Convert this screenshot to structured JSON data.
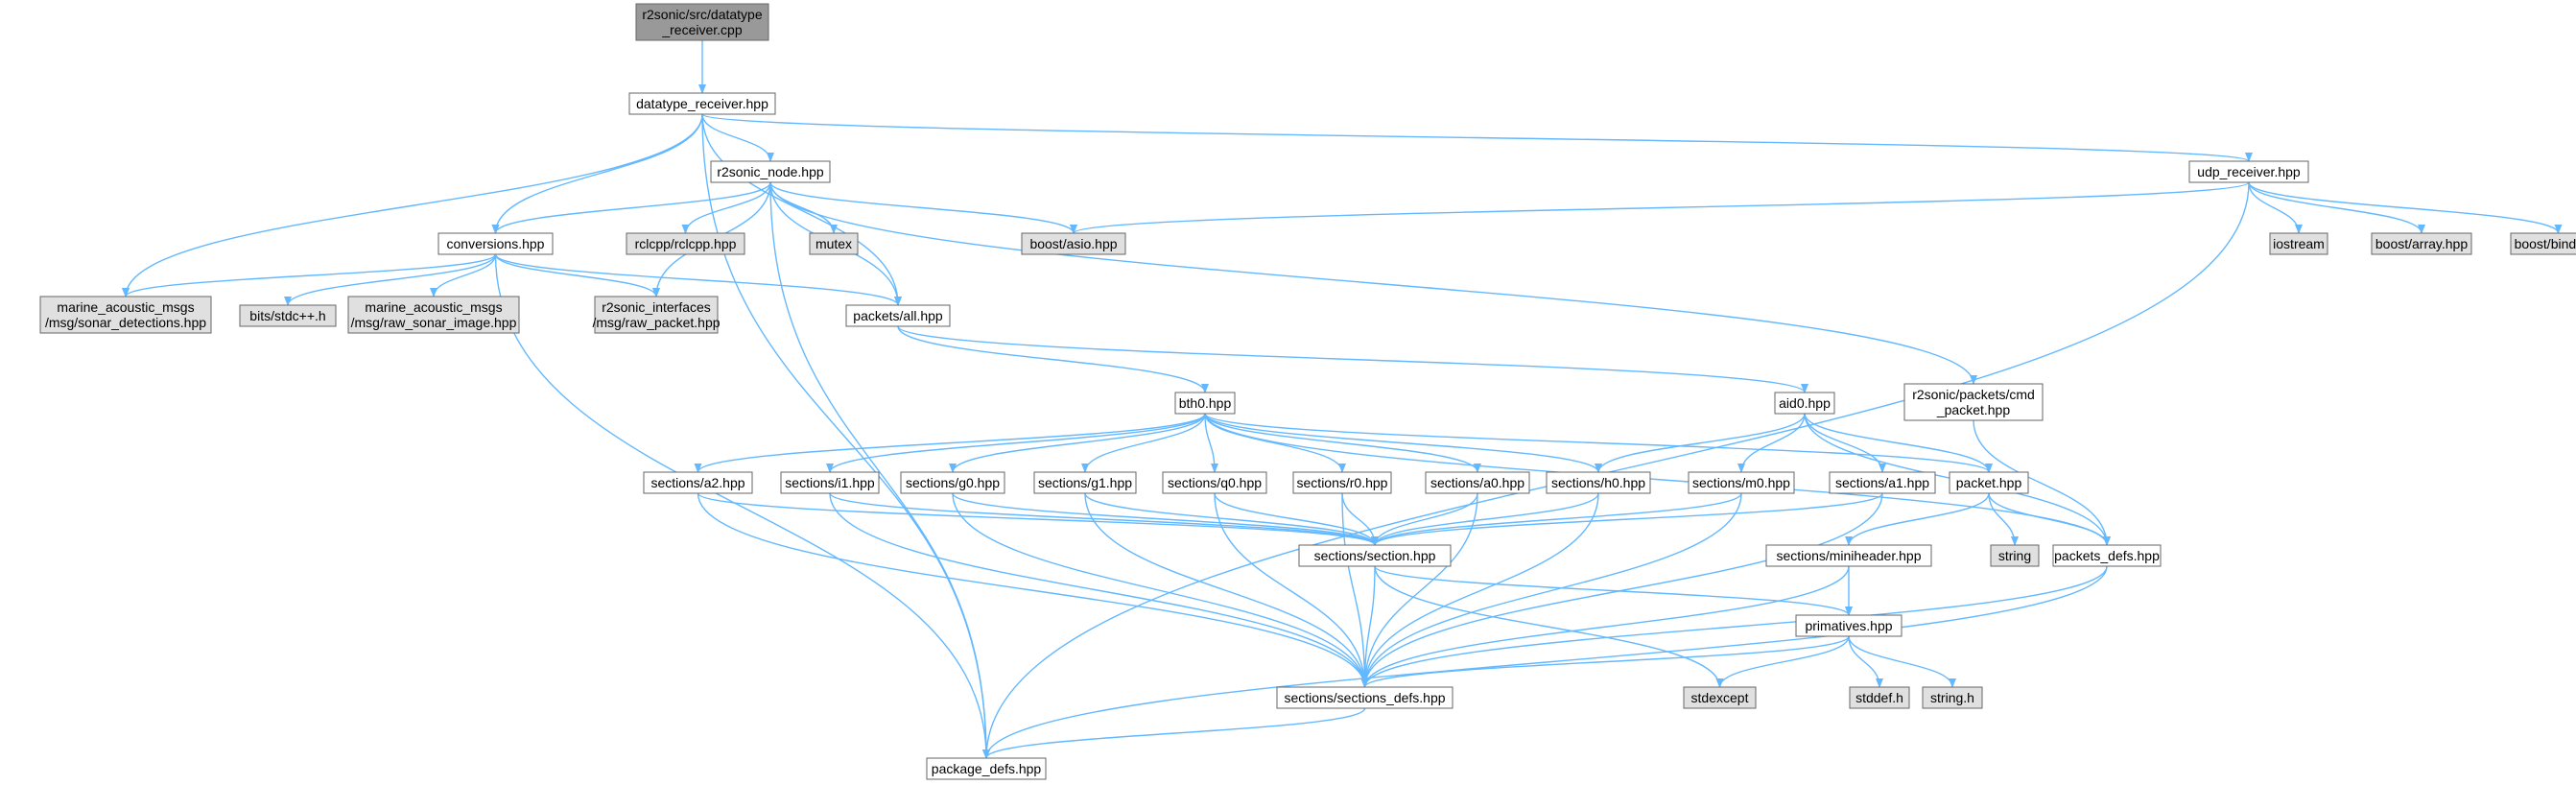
{
  "colors": {
    "edge": "#63b8ff",
    "root_fill": "#999999",
    "local_fill": "#ffffff",
    "external_fill": "#e0e0e0",
    "border": "#666666"
  },
  "nodes": [
    {
      "id": "receiver_cpp",
      "lines": [
        "r2sonic/src/datatype",
        "_receiver.cpp"
      ],
      "kind": "root",
      "interactable": false
    },
    {
      "id": "datatype_receiver_hpp",
      "lines": [
        "datatype_receiver.hpp"
      ],
      "kind": "local",
      "interactable": true
    },
    {
      "id": "r2sonic_node_hpp",
      "lines": [
        "r2sonic_node.hpp"
      ],
      "kind": "local",
      "interactable": true
    },
    {
      "id": "udp_receiver_hpp",
      "lines": [
        "udp_receiver.hpp"
      ],
      "kind": "local",
      "interactable": true
    },
    {
      "id": "conversions_hpp",
      "lines": [
        "conversions.hpp"
      ],
      "kind": "local",
      "interactable": true
    },
    {
      "id": "rclcpp",
      "lines": [
        "rclcpp/rclcpp.hpp"
      ],
      "kind": "external",
      "interactable": false
    },
    {
      "id": "mutex",
      "lines": [
        "mutex"
      ],
      "kind": "external",
      "interactable": false
    },
    {
      "id": "boost_asio",
      "lines": [
        "boost/asio.hpp"
      ],
      "kind": "external",
      "interactable": false
    },
    {
      "id": "iostream",
      "lines": [
        "iostream"
      ],
      "kind": "external",
      "interactable": false
    },
    {
      "id": "boost_array",
      "lines": [
        "boost/array.hpp"
      ],
      "kind": "external",
      "interactable": false
    },
    {
      "id": "boost_bind",
      "lines": [
        "boost/bind.hpp"
      ],
      "kind": "external",
      "interactable": false
    },
    {
      "id": "sonar_detections",
      "lines": [
        "marine_acoustic_msgs",
        "/msg/sonar_detections.hpp"
      ],
      "kind": "external",
      "interactable": false
    },
    {
      "id": "bits_stdcpp",
      "lines": [
        "bits/stdc++.h"
      ],
      "kind": "external",
      "interactable": false
    },
    {
      "id": "raw_sonar_image",
      "lines": [
        "marine_acoustic_msgs",
        "/msg/raw_sonar_image.hpp"
      ],
      "kind": "external",
      "interactable": false
    },
    {
      "id": "raw_packet",
      "lines": [
        "r2sonic_interfaces",
        "/msg/raw_packet.hpp"
      ],
      "kind": "external",
      "interactable": false
    },
    {
      "id": "packets_all",
      "lines": [
        "packets/all.hpp"
      ],
      "kind": "local",
      "interactable": true
    },
    {
      "id": "cmd_packet",
      "lines": [
        "r2sonic/packets/cmd",
        "_packet.hpp"
      ],
      "kind": "local",
      "interactable": true
    },
    {
      "id": "bth0",
      "lines": [
        "bth0.hpp"
      ],
      "kind": "local",
      "interactable": true
    },
    {
      "id": "aid0",
      "lines": [
        "aid0.hpp"
      ],
      "kind": "local",
      "interactable": true
    },
    {
      "id": "sec_a2",
      "lines": [
        "sections/a2.hpp"
      ],
      "kind": "local",
      "interactable": true
    },
    {
      "id": "sec_i1",
      "lines": [
        "sections/i1.hpp"
      ],
      "kind": "local",
      "interactable": true
    },
    {
      "id": "sec_g0",
      "lines": [
        "sections/g0.hpp"
      ],
      "kind": "local",
      "interactable": true
    },
    {
      "id": "sec_g1",
      "lines": [
        "sections/g1.hpp"
      ],
      "kind": "local",
      "interactable": true
    },
    {
      "id": "sec_q0",
      "lines": [
        "sections/q0.hpp"
      ],
      "kind": "local",
      "interactable": true
    },
    {
      "id": "sec_r0",
      "lines": [
        "sections/r0.hpp"
      ],
      "kind": "local",
      "interactable": true
    },
    {
      "id": "sec_a0",
      "lines": [
        "sections/a0.hpp"
      ],
      "kind": "local",
      "interactable": true
    },
    {
      "id": "sec_h0",
      "lines": [
        "sections/h0.hpp"
      ],
      "kind": "local",
      "interactable": true
    },
    {
      "id": "sec_m0",
      "lines": [
        "sections/m0.hpp"
      ],
      "kind": "local",
      "interactable": true
    },
    {
      "id": "sec_a1",
      "lines": [
        "sections/a1.hpp"
      ],
      "kind": "local",
      "interactable": true
    },
    {
      "id": "packet_hpp",
      "lines": [
        "packet.hpp"
      ],
      "kind": "local",
      "interactable": true
    },
    {
      "id": "string",
      "lines": [
        "string"
      ],
      "kind": "external",
      "interactable": false
    },
    {
      "id": "packets_defs",
      "lines": [
        "packets_defs.hpp"
      ],
      "kind": "local",
      "interactable": true
    },
    {
      "id": "section_hpp",
      "lines": [
        "sections/section.hpp"
      ],
      "kind": "local",
      "interactable": true
    },
    {
      "id": "miniheader",
      "lines": [
        "sections/miniheader.hpp"
      ],
      "kind": "local",
      "interactable": true
    },
    {
      "id": "primatives",
      "lines": [
        "primatives.hpp"
      ],
      "kind": "local",
      "interactable": true
    },
    {
      "id": "stdexcept",
      "lines": [
        "stdexcept"
      ],
      "kind": "external",
      "interactable": false
    },
    {
      "id": "stddef",
      "lines": [
        "stddef.h"
      ],
      "kind": "external",
      "interactable": false
    },
    {
      "id": "string_h",
      "lines": [
        "string.h"
      ],
      "kind": "external",
      "interactable": false
    },
    {
      "id": "sections_defs",
      "lines": [
        "sections/sections_defs.hpp"
      ],
      "kind": "local",
      "interactable": true
    },
    {
      "id": "package_defs",
      "lines": [
        "package_defs.hpp"
      ],
      "kind": "local",
      "interactable": true
    }
  ],
  "edges": [
    [
      "receiver_cpp",
      "datatype_receiver_hpp"
    ],
    [
      "datatype_receiver_hpp",
      "r2sonic_node_hpp"
    ],
    [
      "datatype_receiver_hpp",
      "udp_receiver_hpp"
    ],
    [
      "datatype_receiver_hpp",
      "conversions_hpp"
    ],
    [
      "datatype_receiver_hpp",
      "sonar_detections"
    ],
    [
      "datatype_receiver_hpp",
      "packets_all"
    ],
    [
      "datatype_receiver_hpp",
      "package_defs"
    ],
    [
      "r2sonic_node_hpp",
      "conversions_hpp"
    ],
    [
      "r2sonic_node_hpp",
      "rclcpp"
    ],
    [
      "r2sonic_node_hpp",
      "mutex"
    ],
    [
      "r2sonic_node_hpp",
      "boost_asio"
    ],
    [
      "r2sonic_node_hpp",
      "raw_packet"
    ],
    [
      "r2sonic_node_hpp",
      "packets_all"
    ],
    [
      "r2sonic_node_hpp",
      "cmd_packet"
    ],
    [
      "r2sonic_node_hpp",
      "package_defs"
    ],
    [
      "udp_receiver_hpp",
      "boost_asio"
    ],
    [
      "udp_receiver_hpp",
      "iostream"
    ],
    [
      "udp_receiver_hpp",
      "boost_array"
    ],
    [
      "udp_receiver_hpp",
      "boost_bind"
    ],
    [
      "udp_receiver_hpp",
      "package_defs"
    ],
    [
      "conversions_hpp",
      "sonar_detections"
    ],
    [
      "conversions_hpp",
      "bits_stdcpp"
    ],
    [
      "conversions_hpp",
      "raw_sonar_image"
    ],
    [
      "conversions_hpp",
      "raw_packet"
    ],
    [
      "conversions_hpp",
      "packets_all"
    ],
    [
      "conversions_hpp",
      "package_defs"
    ],
    [
      "packets_all",
      "bth0"
    ],
    [
      "packets_all",
      "aid0"
    ],
    [
      "cmd_packet",
      "packets_defs"
    ],
    [
      "bth0",
      "sec_a2"
    ],
    [
      "bth0",
      "sec_i1"
    ],
    [
      "bth0",
      "sec_g0"
    ],
    [
      "bth0",
      "sec_g1"
    ],
    [
      "bth0",
      "sec_q0"
    ],
    [
      "bth0",
      "sec_r0"
    ],
    [
      "bth0",
      "sec_a0"
    ],
    [
      "bth0",
      "sec_h0"
    ],
    [
      "bth0",
      "packet_hpp"
    ],
    [
      "bth0",
      "packets_defs"
    ],
    [
      "aid0",
      "sec_h0"
    ],
    [
      "aid0",
      "sec_m0"
    ],
    [
      "aid0",
      "sec_a1"
    ],
    [
      "aid0",
      "packet_hpp"
    ],
    [
      "aid0",
      "packets_defs"
    ],
    [
      "sec_a2",
      "section_hpp"
    ],
    [
      "sec_a2",
      "sections_defs"
    ],
    [
      "sec_i1",
      "section_hpp"
    ],
    [
      "sec_i1",
      "sections_defs"
    ],
    [
      "sec_g0",
      "section_hpp"
    ],
    [
      "sec_g0",
      "sections_defs"
    ],
    [
      "sec_g1",
      "section_hpp"
    ],
    [
      "sec_g1",
      "sections_defs"
    ],
    [
      "sec_q0",
      "section_hpp"
    ],
    [
      "sec_q0",
      "sections_defs"
    ],
    [
      "sec_r0",
      "section_hpp"
    ],
    [
      "sec_r0",
      "sections_defs"
    ],
    [
      "sec_a0",
      "section_hpp"
    ],
    [
      "sec_a0",
      "sections_defs"
    ],
    [
      "sec_h0",
      "section_hpp"
    ],
    [
      "sec_h0",
      "sections_defs"
    ],
    [
      "sec_m0",
      "section_hpp"
    ],
    [
      "sec_m0",
      "sections_defs"
    ],
    [
      "sec_a1",
      "section_hpp"
    ],
    [
      "sec_a1",
      "sections_defs"
    ],
    [
      "packet_hpp",
      "string"
    ],
    [
      "packet_hpp",
      "packets_defs"
    ],
    [
      "packet_hpp",
      "miniheader"
    ],
    [
      "packets_defs",
      "sections_defs"
    ],
    [
      "packets_defs",
      "package_defs"
    ],
    [
      "section_hpp",
      "sections_defs"
    ],
    [
      "section_hpp",
      "primatives"
    ],
    [
      "section_hpp",
      "stdexcept"
    ],
    [
      "miniheader",
      "primatives"
    ],
    [
      "miniheader",
      "sections_defs"
    ],
    [
      "primatives",
      "stdexcept"
    ],
    [
      "primatives",
      "stddef"
    ],
    [
      "primatives",
      "string_h"
    ],
    [
      "primatives",
      "sections_defs"
    ],
    [
      "sections_defs",
      "package_defs"
    ]
  ]
}
